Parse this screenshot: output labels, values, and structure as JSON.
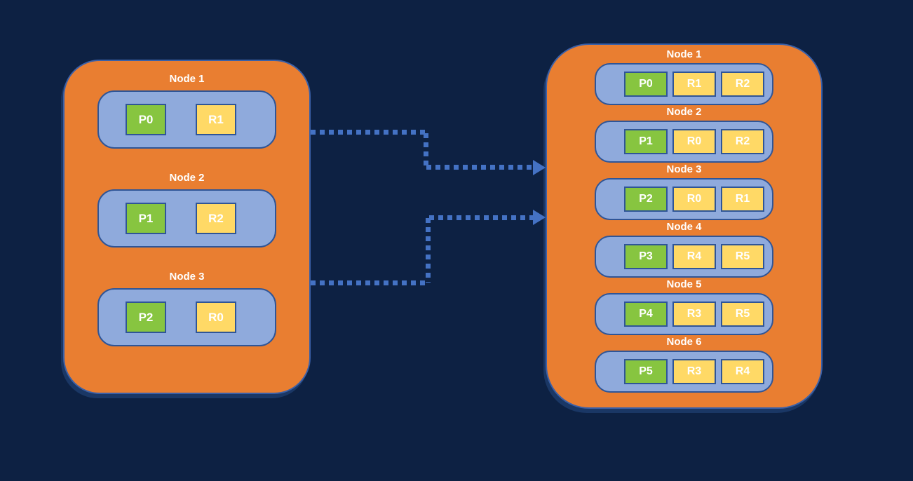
{
  "colors": {
    "bg_color": "#0d2143",
    "cluster_fill": "#e97e31",
    "cluster_border": "#3a60a8",
    "cluster_shadow": "#1a3765",
    "node_fill": "#8faadc",
    "node_border": "#2f5597",
    "partition_fill": "#87c540",
    "replica_fill": "#ffd966",
    "box_border": "#2f5597",
    "arrow_color": "#4472c4",
    "label_color": "#ffffff"
  },
  "left_cluster": {
    "nodes": [
      {
        "label": "Node 1",
        "boxes": [
          {
            "label": "P0",
            "type": "partition"
          },
          {
            "label": "R1",
            "type": "replica"
          }
        ]
      },
      {
        "label": "Node 2",
        "boxes": [
          {
            "label": "P1",
            "type": "partition"
          },
          {
            "label": "R2",
            "type": "replica"
          }
        ]
      },
      {
        "label": "Node 3",
        "boxes": [
          {
            "label": "P2",
            "type": "partition"
          },
          {
            "label": "R0",
            "type": "replica"
          }
        ]
      }
    ]
  },
  "right_cluster": {
    "nodes": [
      {
        "label": "Node 1",
        "boxes": [
          {
            "label": "P0",
            "type": "partition"
          },
          {
            "label": "R1",
            "type": "replica"
          },
          {
            "label": "R2",
            "type": "replica"
          }
        ]
      },
      {
        "label": "Node 2",
        "boxes": [
          {
            "label": "P1",
            "type": "partition"
          },
          {
            "label": "R0",
            "type": "replica"
          },
          {
            "label": "R2",
            "type": "replica"
          }
        ]
      },
      {
        "label": "Node 3",
        "boxes": [
          {
            "label": "P2",
            "type": "partition"
          },
          {
            "label": "R0",
            "type": "replica"
          },
          {
            "label": "R1",
            "type": "replica"
          }
        ]
      },
      {
        "label": "Node 4",
        "boxes": [
          {
            "label": "P3",
            "type": "partition"
          },
          {
            "label": "R4",
            "type": "replica"
          },
          {
            "label": "R5",
            "type": "replica"
          }
        ]
      },
      {
        "label": "Node 5",
        "boxes": [
          {
            "label": "P4",
            "type": "partition"
          },
          {
            "label": "R3",
            "type": "replica"
          },
          {
            "label": "R5",
            "type": "replica"
          }
        ]
      },
      {
        "label": "Node 6",
        "boxes": [
          {
            "label": "P5",
            "type": "partition"
          },
          {
            "label": "R3",
            "type": "replica"
          },
          {
            "label": "R4",
            "type": "replica"
          }
        ]
      }
    ]
  },
  "arrows": [
    {
      "name": "top-arrow",
      "direction": "left-to-right",
      "style": "dotted-elbow"
    },
    {
      "name": "bottom-arrow",
      "direction": "left-to-right",
      "style": "dotted-elbow"
    }
  ]
}
